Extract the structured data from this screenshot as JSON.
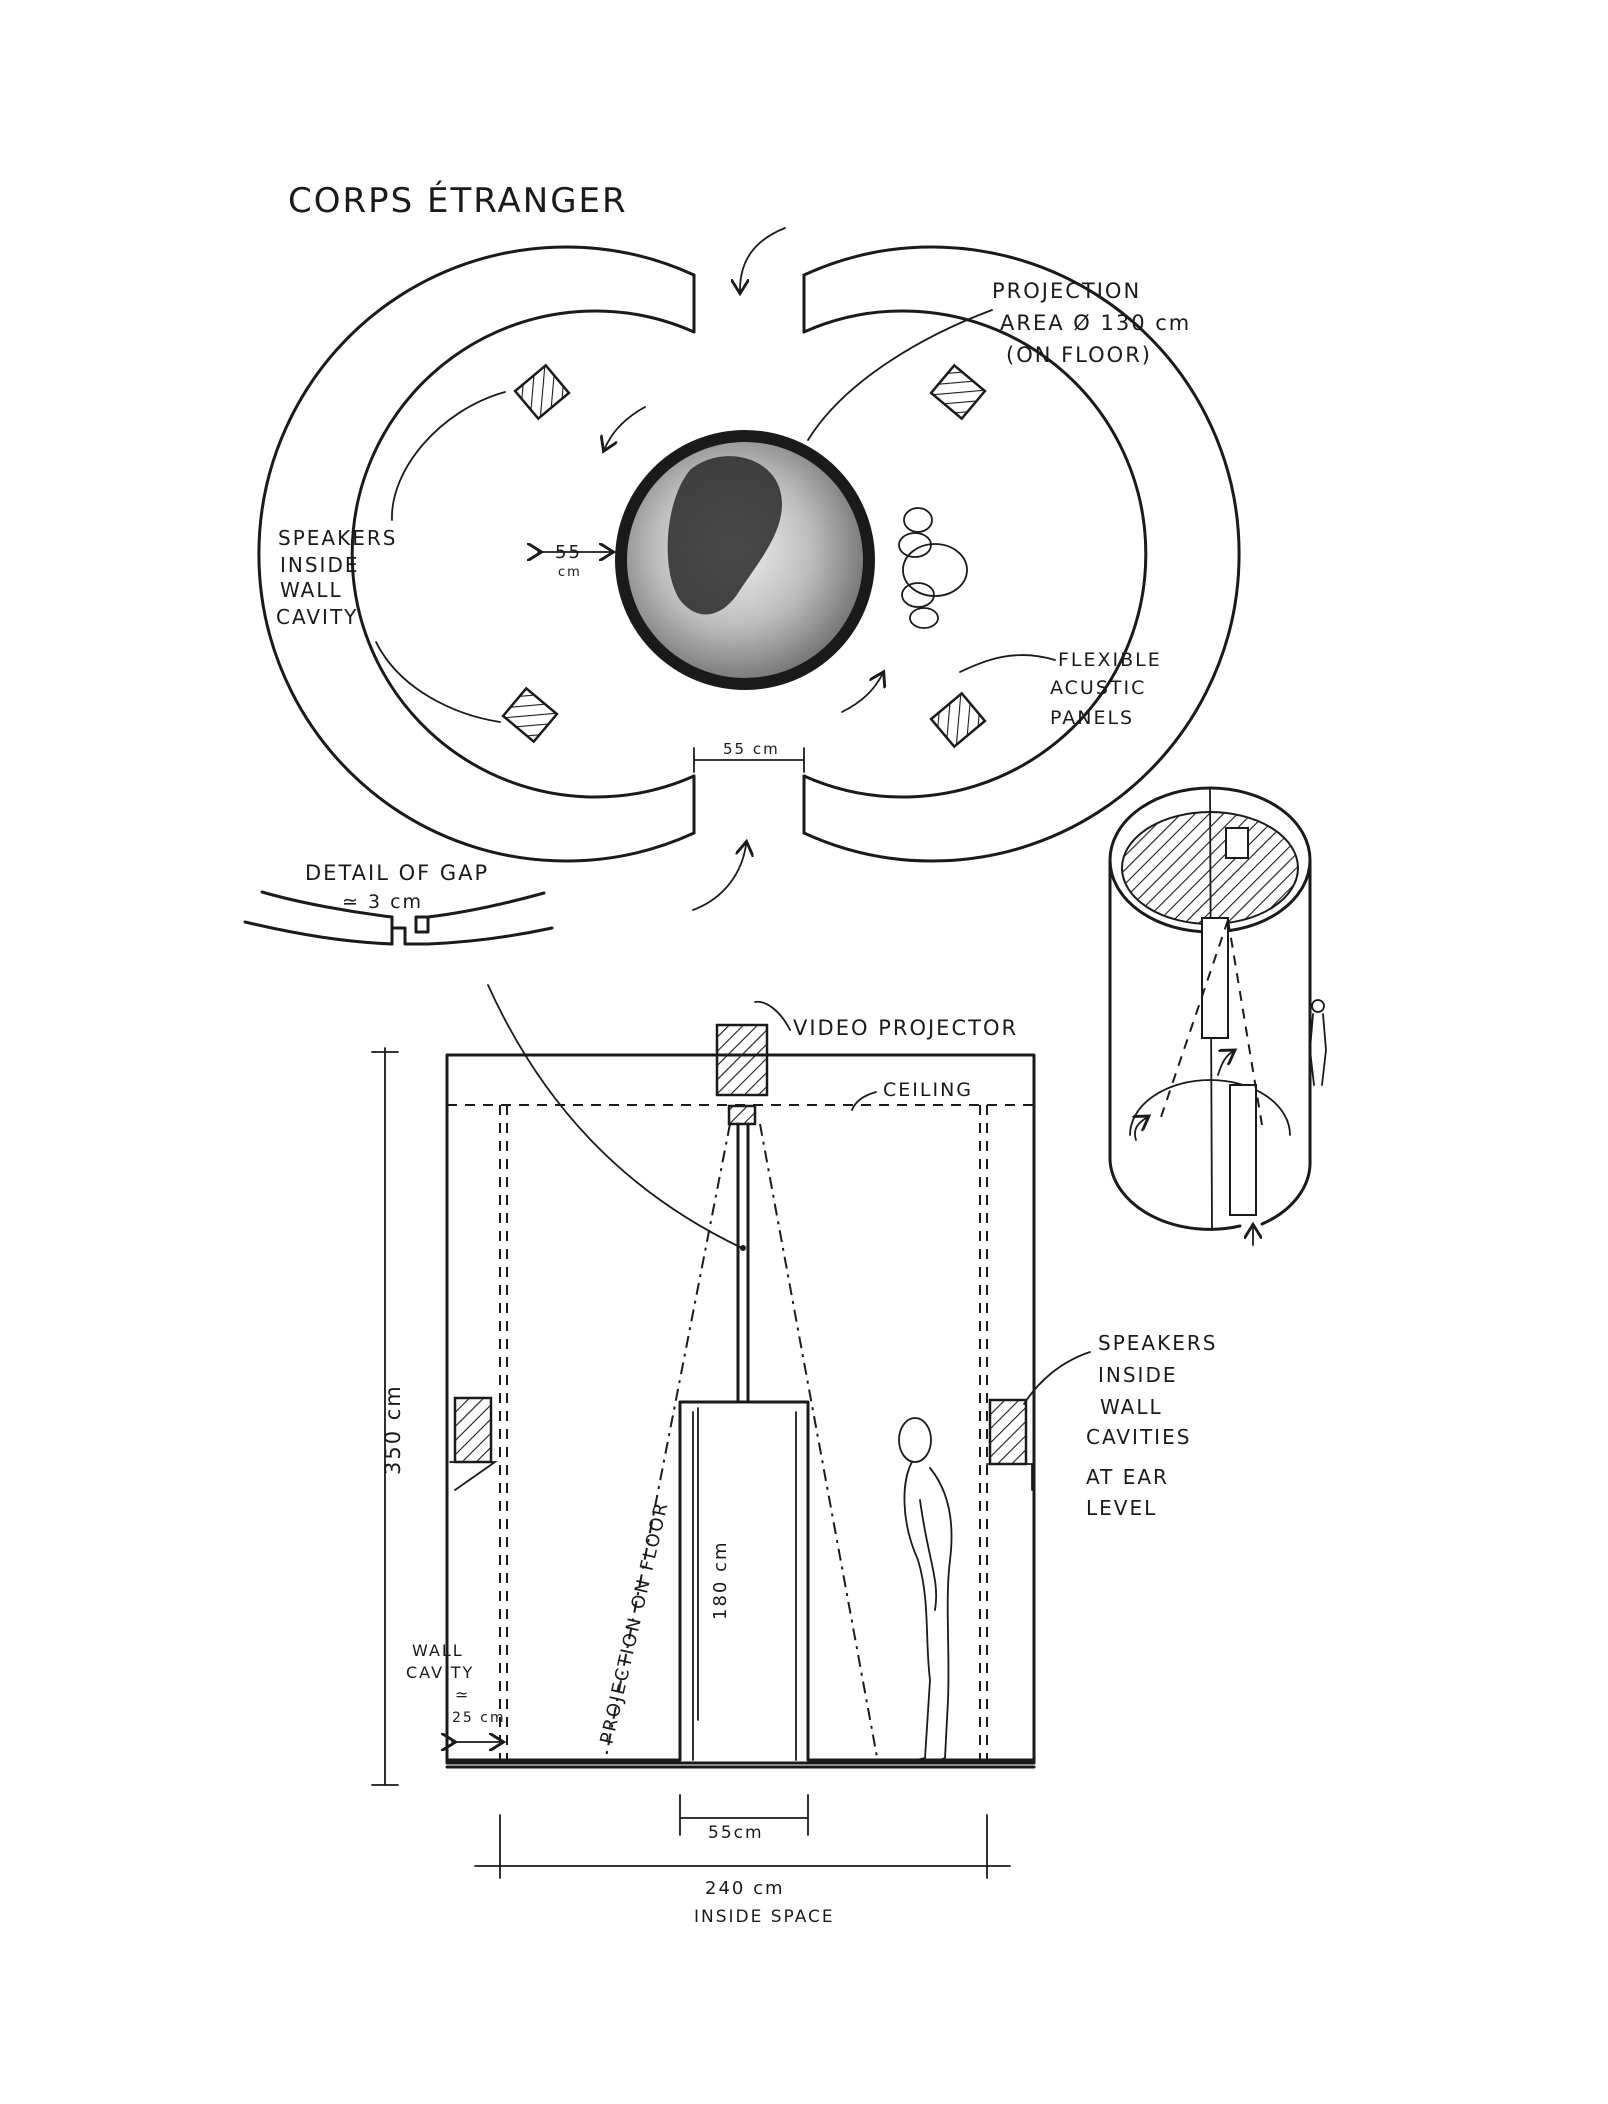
{
  "title": "CORPS ÉTRANGER",
  "plan": {
    "projection_area": [
      "PROJECTION",
      "AREA Ø 130 cm",
      "(ON FLOOR)"
    ],
    "speakers": [
      "SPEAKERS",
      "INSIDE",
      "WALL",
      "CAVITY"
    ],
    "wall_width": "55",
    "wall_width_unit": "cm",
    "entrance_width": "55 cm",
    "panels": [
      "FLEXIBLE",
      "ACUSTIC",
      "PANELS"
    ]
  },
  "detail": {
    "title": "DETAIL OF GAP",
    "value": "≃ 3 cm"
  },
  "section": {
    "video_projector": "VIDEO PROJECTOR",
    "ceiling": "CEILING",
    "height": "350 cm",
    "door_height": "180 cm",
    "projection_on_floor": "PROJECTION ON FLOOR",
    "speakers": [
      "SPEAKERS",
      "INSIDE",
      "WALL",
      "CAVITIES",
      "AT EAR",
      "LEVEL"
    ],
    "wall_cavity": [
      "WALL",
      "CAVITY",
      "≃",
      "25 cm"
    ],
    "door_width": "55cm",
    "inside_width": "240 cm",
    "inside_space": "INSIDE SPACE"
  }
}
